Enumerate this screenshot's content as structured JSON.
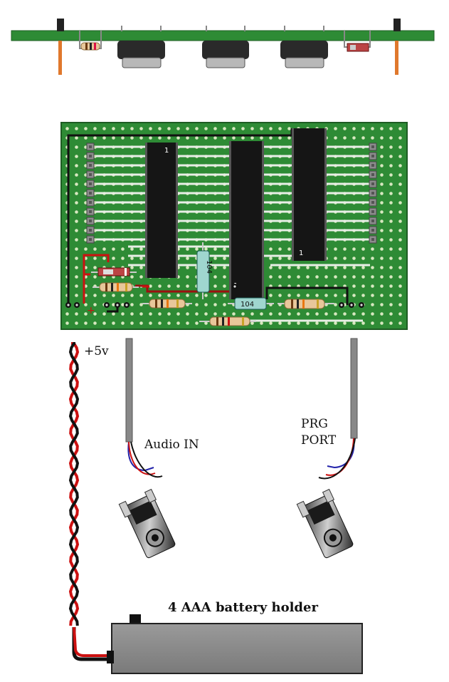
{
  "labels": {
    "power": "+5v",
    "audio_in": "Audio IN",
    "prg_port_line1": "PRG",
    "prg_port_line2": "PORT",
    "battery_holder": "4 AAA battery holder"
  },
  "board_markings": {
    "pin1": "1",
    "polarity": "+",
    "capacitor_1": "104",
    "capacitor_2": "104"
  },
  "colors": {
    "pcb_green": "#2e8b35",
    "wire_red": "#cc1111",
    "wire_black": "#111111",
    "chip_black": "#151515",
    "battery_grey": "#8a8a8a"
  }
}
